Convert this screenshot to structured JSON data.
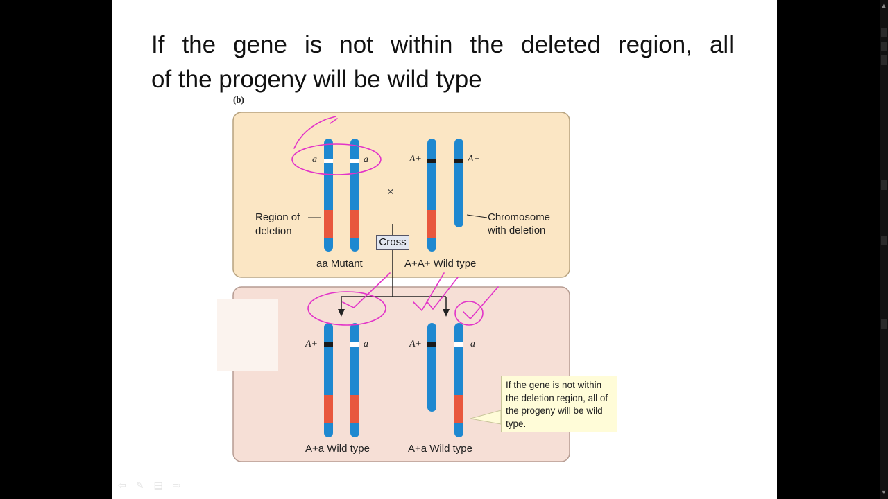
{
  "slide": {
    "title_line1": "If the gene is not within the deleted region, all",
    "title_line2": "of the progeny will be wild type",
    "panel_label": "(b)"
  },
  "parents": {
    "mutant_allele_left": "a",
    "mutant_allele_right": "a",
    "wild_allele_left": "A+",
    "wild_allele_right": "A+",
    "region_label_line1": "Region of",
    "region_label_line2": "deletion",
    "deletion_label_line1": "Chromosome",
    "deletion_label_line2": "with deletion",
    "cross_symbol": "×",
    "mutant_caption": "aa Mutant",
    "wild_caption": "A+A+ Wild type",
    "cross_label": "Cross"
  },
  "progeny": {
    "left_allele_left": "A+",
    "left_allele_right": "a",
    "right_allele_left": "A+",
    "right_allele_right": "a",
    "left_caption": "A+a Wild type",
    "right_caption": "A+a Wild type",
    "note": "If the gene is not within the deletion region, all of the progeny will be wild type."
  },
  "colors": {
    "chromosome_blue": "#1e88d0",
    "deletion_red": "#e8573d",
    "top_panel_bg": "#fbe6c4",
    "bottom_panel_bg": "#f6dfd6",
    "annotation_pink": "#e233c8"
  },
  "nav_icons": [
    "back-arrow-icon",
    "pen-icon",
    "menu-icon",
    "forward-arrow-icon"
  ]
}
